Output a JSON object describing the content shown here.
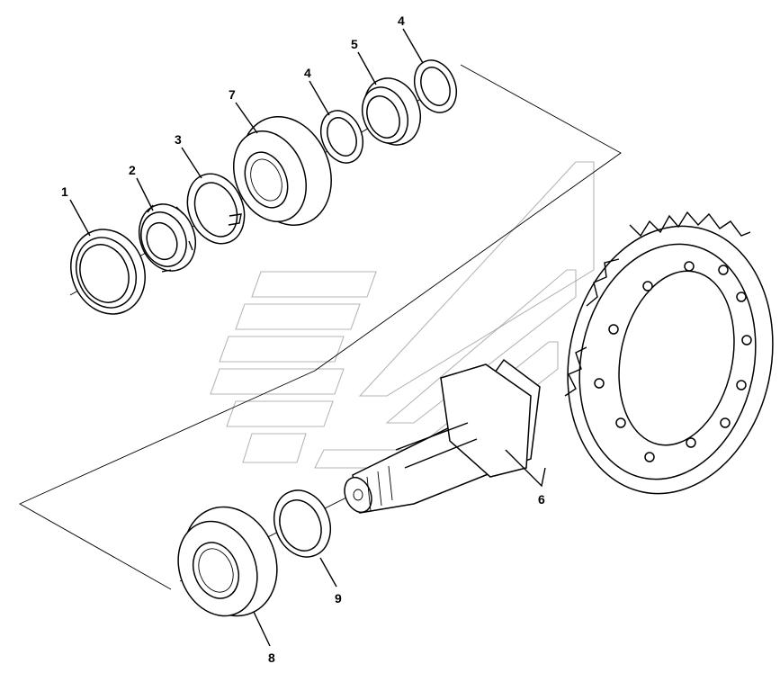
{
  "diagram": {
    "callouts": [
      {
        "id": "c1",
        "label": "1"
      },
      {
        "id": "c2",
        "label": "2"
      },
      {
        "id": "c3",
        "label": "3"
      },
      {
        "id": "c7",
        "label": "7"
      },
      {
        "id": "c4a",
        "label": "4"
      },
      {
        "id": "c5",
        "label": "5"
      },
      {
        "id": "c4b",
        "label": "4"
      },
      {
        "id": "c6",
        "label": "6"
      },
      {
        "id": "c8",
        "label": "8"
      },
      {
        "id": "c9",
        "label": "9"
      }
    ]
  }
}
